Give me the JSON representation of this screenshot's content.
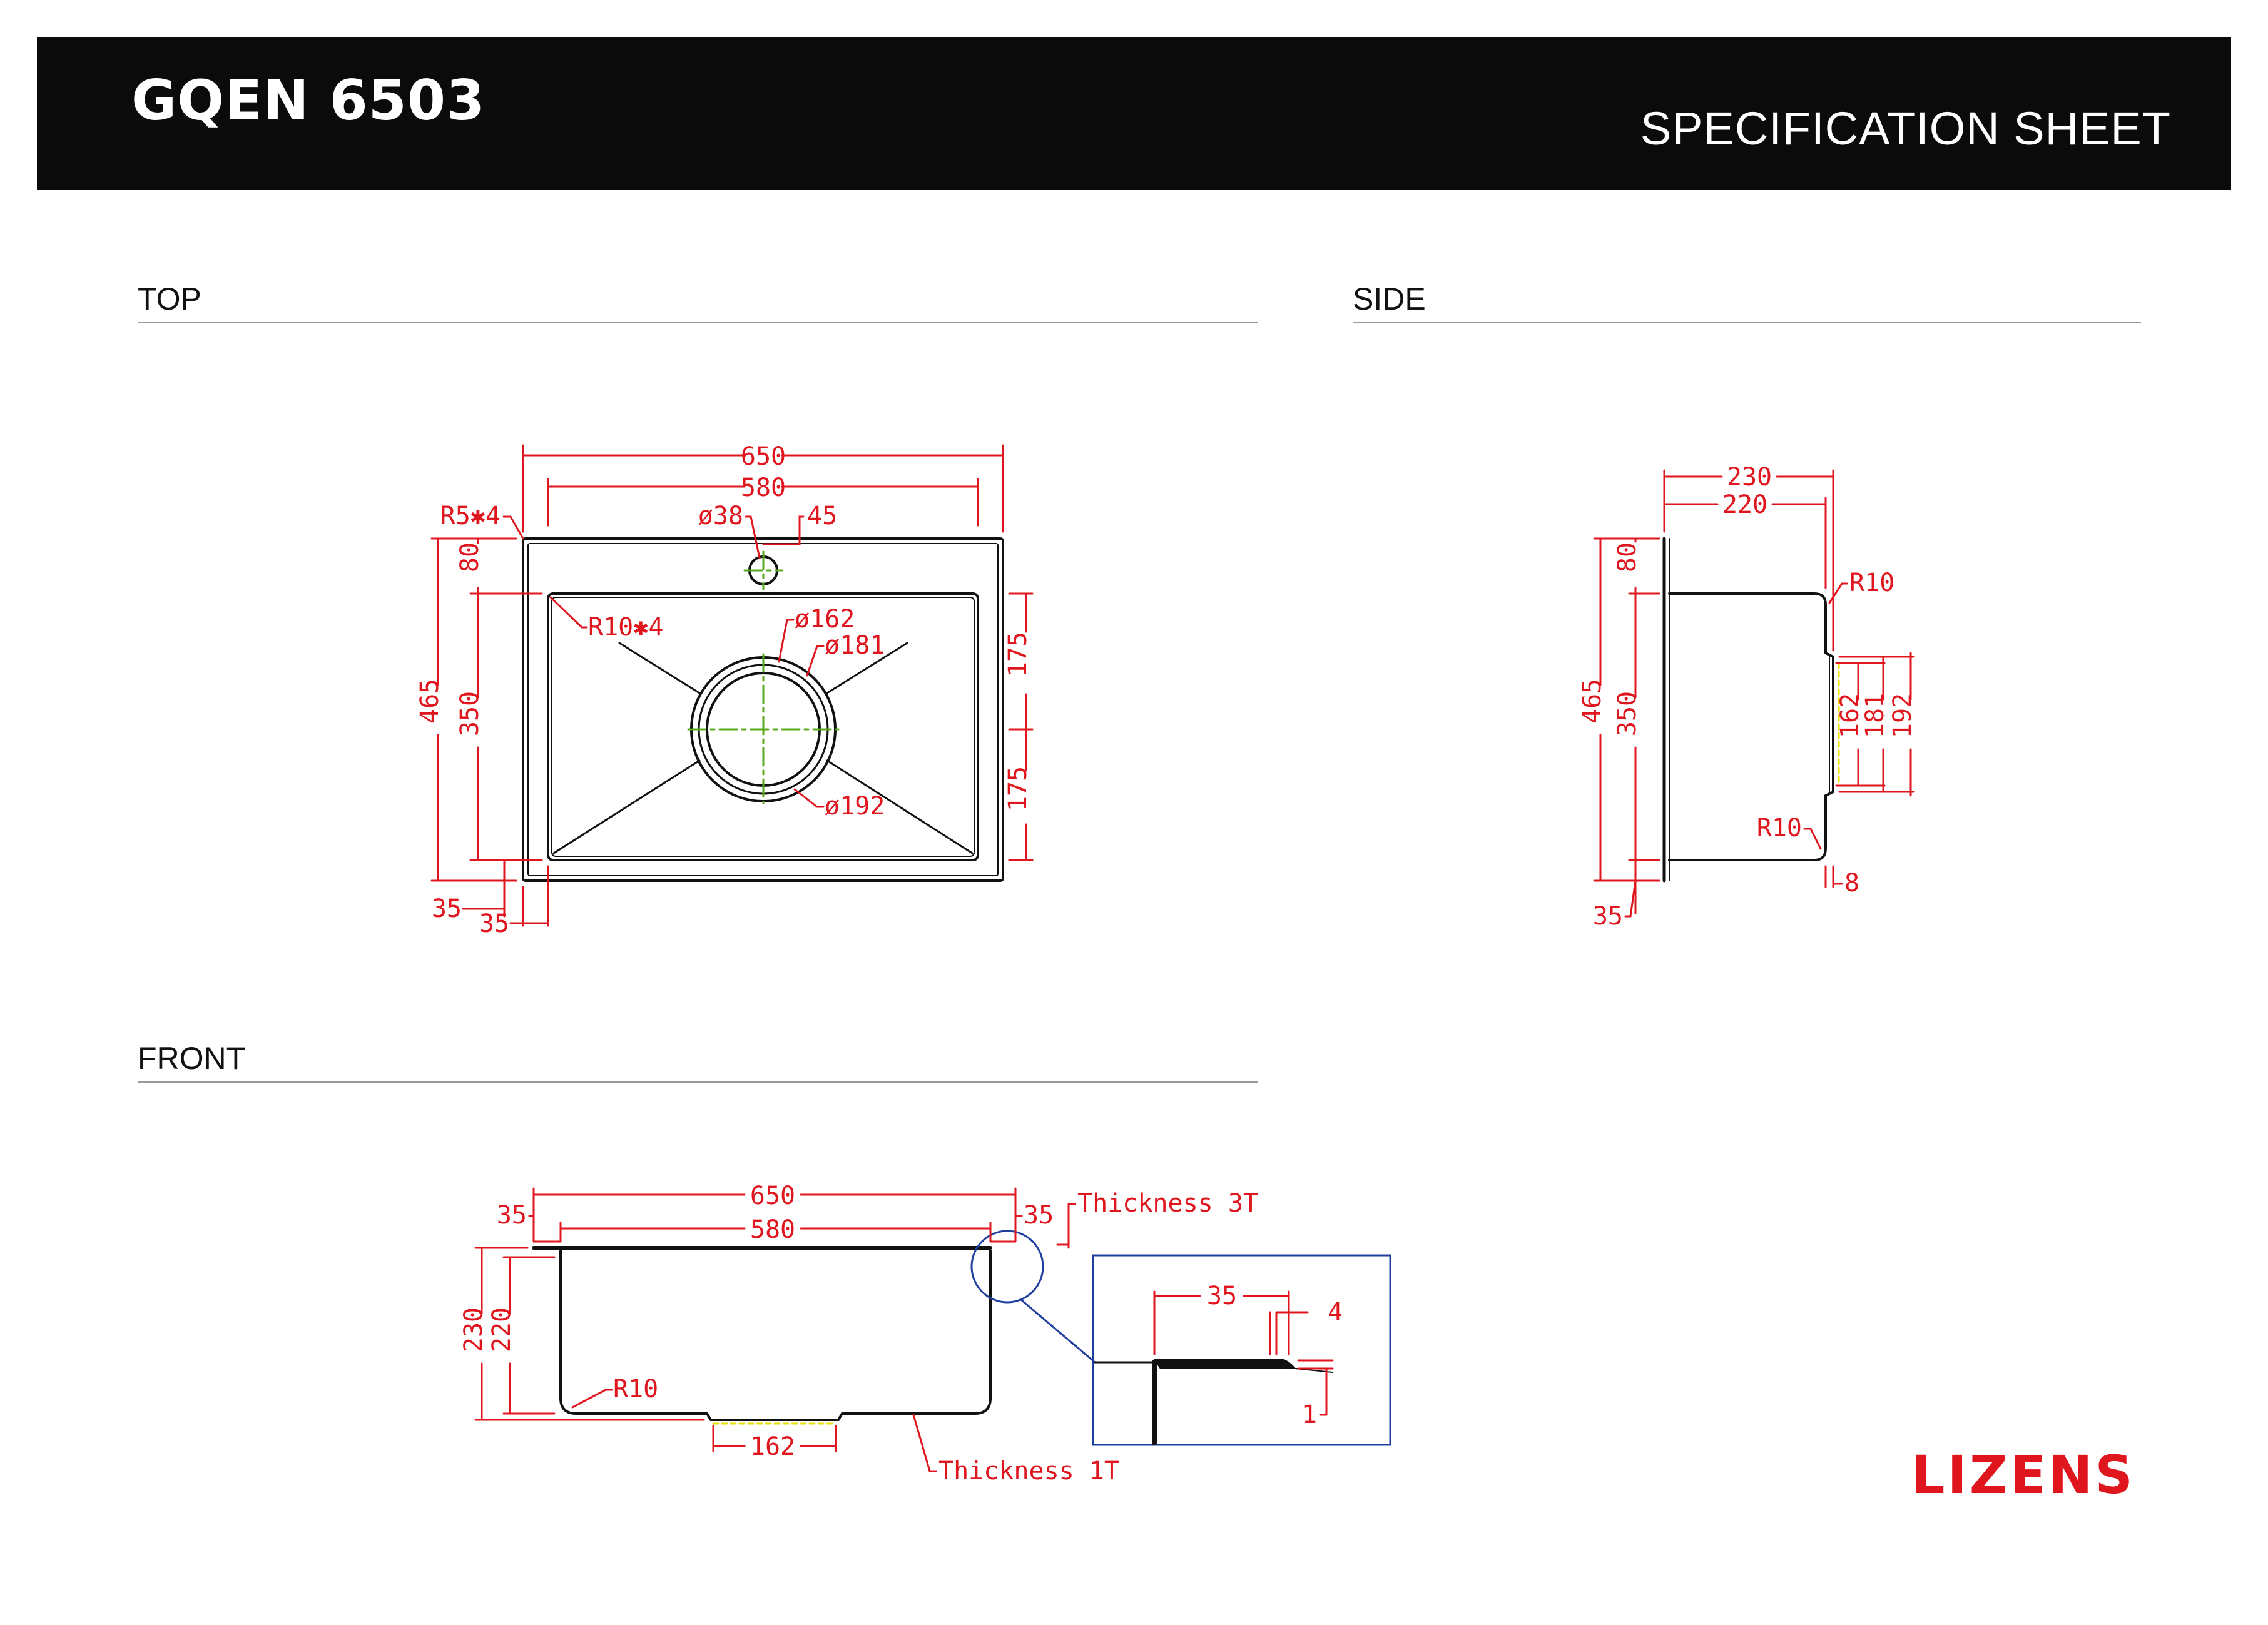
{
  "header": {
    "model": "GQEN 6503",
    "doc_type": "SPECIFICATION SHEET"
  },
  "sections": {
    "top": "TOP",
    "side": "SIDE",
    "front": "FRONT"
  },
  "brand": {
    "logo_text": "LIZENS"
  },
  "colors": {
    "outline": "#111111",
    "dimension": "#e0161f",
    "centerline": "#58a81c",
    "detail_border": "#1f3f9e",
    "hidden": "#e9e000"
  },
  "top_view": {
    "overall_width": "650",
    "bowl_width": "580",
    "tap_hole": "ø38",
    "tap_offset": "45",
    "corner_radius_outer": "R5✱4",
    "corner_radius_inner": "R10✱4",
    "drain_162": "ø162",
    "drain_181": "ø181",
    "drain_192": "ø192",
    "overall_depth": "465",
    "bowl_depth": "350",
    "deck_back": "80",
    "half_depth_top": "175",
    "half_depth_bottom": "175",
    "front_margin": "35",
    "side_margin": "35"
  },
  "side_view": {
    "height_total": "230",
    "height_bowl": "220",
    "radius_top": "R10",
    "radius_bottom": "R10",
    "drain_162": "162",
    "drain_181": "181",
    "drain_192": "192",
    "overall_depth": "465",
    "bowl_depth": "350",
    "deck_back": "80",
    "front_margin": "35",
    "base_offset": "8"
  },
  "front_view": {
    "overall_width": "650",
    "bowl_width": "580",
    "left_deck": "35",
    "right_deck": "35",
    "height_total": "230",
    "height_bowl": "220",
    "radius": "R10",
    "drain": "162",
    "deck_thickness": "Thickness 3T",
    "bowl_thickness": "Thickness 1T"
  },
  "detail": {
    "flange_width": "35",
    "deck_height": "4",
    "wall": "1"
  }
}
